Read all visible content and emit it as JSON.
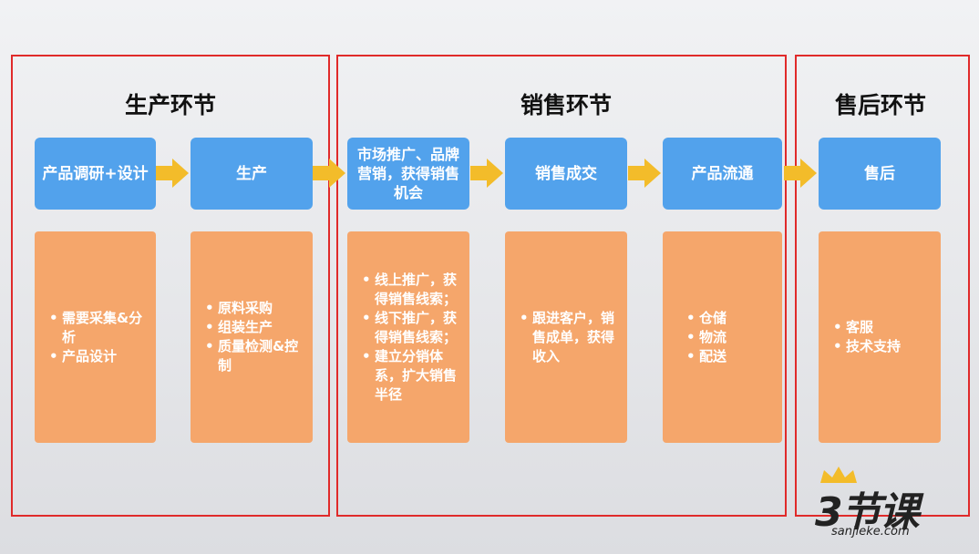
{
  "sections": {
    "production": {
      "title": "生产环节"
    },
    "sales": {
      "title": "销售环节"
    },
    "after_sales": {
      "title": "售后环节"
    }
  },
  "steps": [
    {
      "label": "产品调研+设计",
      "details": [
        "需要采集&分析",
        "产品设计"
      ]
    },
    {
      "label": "生产",
      "details": [
        "原料采购",
        "组装生产",
        "质量检测&控制"
      ]
    },
    {
      "label": "市场推广、品牌营销，获得销售机会",
      "details": [
        "线上推广，获得销售线索；",
        "线下推广，获得销售线索；",
        "建立分销体系，扩大销售半径"
      ]
    },
    {
      "label": "销售成交",
      "details": [
        "跟进客户，销售成单，获得收入"
      ]
    },
    {
      "label": "产品流通",
      "details": [
        "仓储",
        "物流",
        "配送"
      ]
    },
    {
      "label": "售后",
      "details": [
        "客服",
        "技术支持"
      ]
    }
  ],
  "logo": {
    "text": "3节课",
    "url": "sanjieke.com"
  },
  "colors": {
    "frame": "#e02a2a",
    "step": "#52a2ec",
    "detail": "#f5a66b",
    "arrow": "#f3bc2a"
  }
}
